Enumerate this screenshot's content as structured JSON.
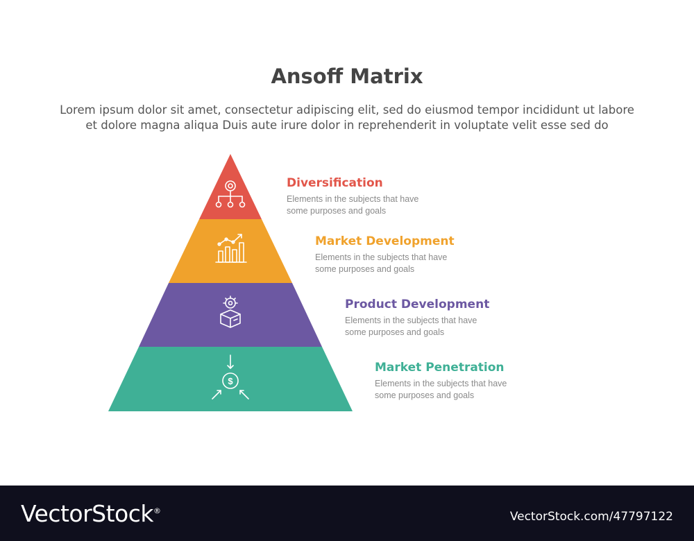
{
  "header": {
    "title": "Ansoff Matrix",
    "subtitle_lines": [
      "Lorem ipsum dolor sit amet, consectetur adipiscing elit, sed do eiusmod tempor incididunt ut labore",
      "et dolore magna aliqua Duis aute irure dolor in reprehenderit in voluptate velit esse sed do"
    ]
  },
  "levels": [
    {
      "title": "Diversification",
      "desc_lines": [
        "Elements in the subjects that have",
        "some purposes and goals"
      ],
      "color": "#e2564a",
      "icon": "hierarchy-icon"
    },
    {
      "title": "Market Development",
      "desc_lines": [
        "Elements in the subjects that have",
        "some purposes and goals"
      ],
      "color": "#f0a22c",
      "icon": "growth-chart-icon"
    },
    {
      "title": "Product Development",
      "desc_lines": [
        "Elements in the subjects that have",
        "some purposes and goals"
      ],
      "color": "#6c58a2",
      "icon": "product-gear-box-icon"
    },
    {
      "title": "Market Penetration",
      "desc_lines": [
        "Elements in the subjects that have",
        "some purposes and goals"
      ],
      "color": "#3fb096",
      "icon": "money-inflow-icon"
    }
  ],
  "footer": {
    "brand": "VectorStock",
    "registered_mark": "®",
    "image_id": "VectorStock.com/47797122"
  }
}
